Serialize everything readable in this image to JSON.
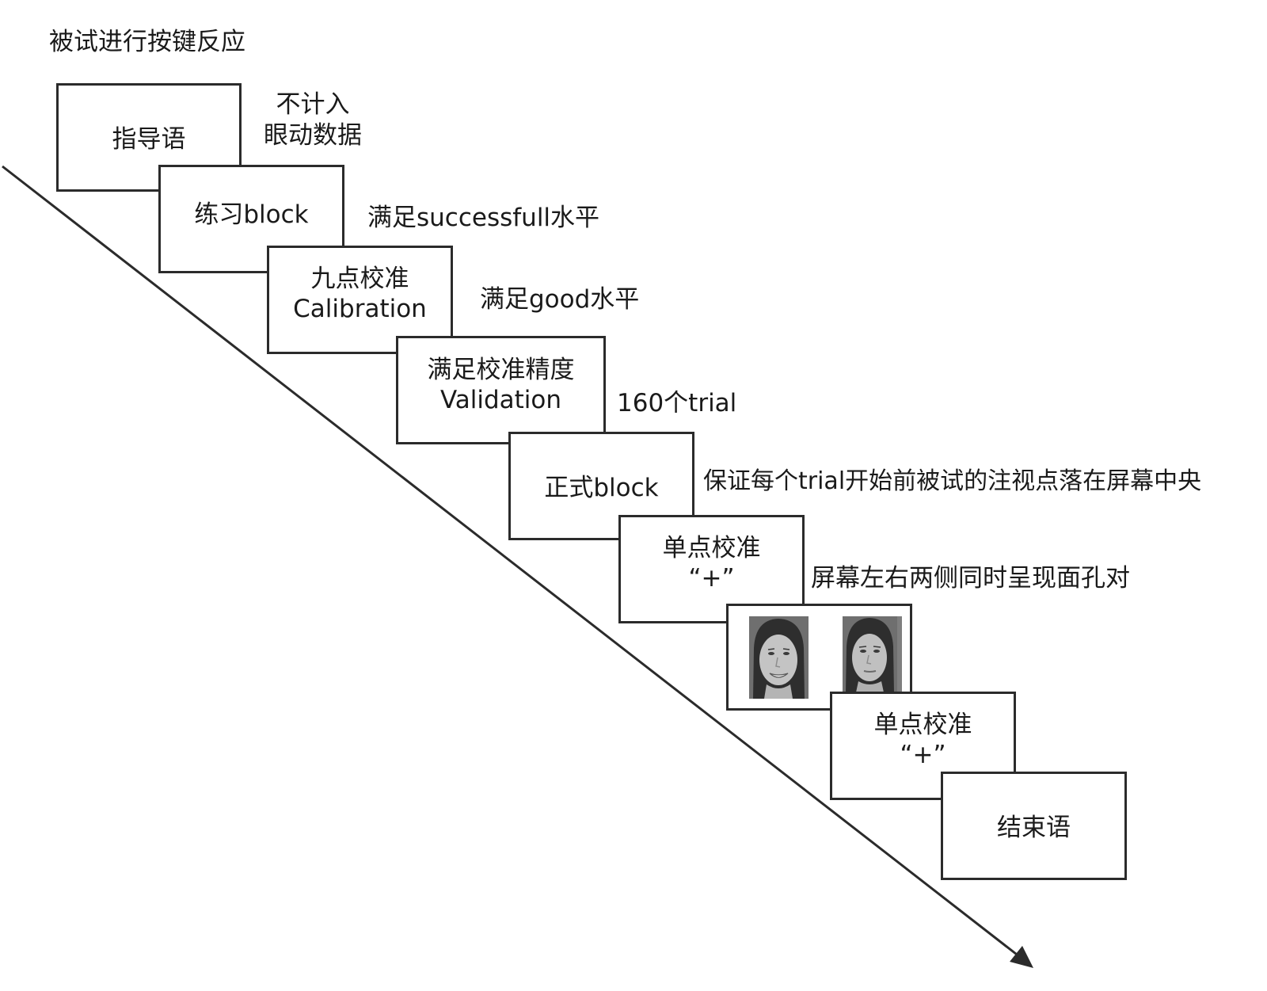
{
  "colors": {
    "line": "#2b2b2b",
    "text": "#1a1a1a",
    "background": "#ffffff",
    "face_gray": "#7f7f7f"
  },
  "top_label": "被试进行按键反应",
  "steps": [
    {
      "id": "instructions",
      "lines": [
        "指导语"
      ]
    },
    {
      "id": "practice",
      "lines": [
        "练习block"
      ]
    },
    {
      "id": "calibration",
      "lines": [
        "九点校准",
        "Calibration"
      ]
    },
    {
      "id": "validation",
      "lines": [
        "满足校准精度",
        "Validation"
      ]
    },
    {
      "id": "formal",
      "lines": [
        "正式block"
      ]
    },
    {
      "id": "drift1",
      "lines": [
        "单点校准",
        "“+”"
      ]
    },
    {
      "id": "faces",
      "lines": [],
      "images": [
        "smiling-face-photo",
        "neutral-face-photo"
      ]
    },
    {
      "id": "drift2",
      "lines": [
        "单点校准",
        "“+”"
      ]
    },
    {
      "id": "ending",
      "lines": [
        "结束语"
      ]
    }
  ],
  "annotations": [
    {
      "id": "no-eye-data",
      "lines": [
        "不计入",
        "眼动数据"
      ]
    },
    {
      "id": "successful-level",
      "lines": [
        "满足successfull水平"
      ]
    },
    {
      "id": "good-level",
      "lines": [
        "满足good水平"
      ]
    },
    {
      "id": "trial-count",
      "lines": [
        "160个trial"
      ]
    },
    {
      "id": "fixation-note",
      "lines": [
        "保证每个trial开始前被试的注视点落在屏幕中央"
      ]
    },
    {
      "id": "face-pair-note",
      "lines": [
        "屏幕左右两侧同时呈现面孔对"
      ]
    }
  ]
}
